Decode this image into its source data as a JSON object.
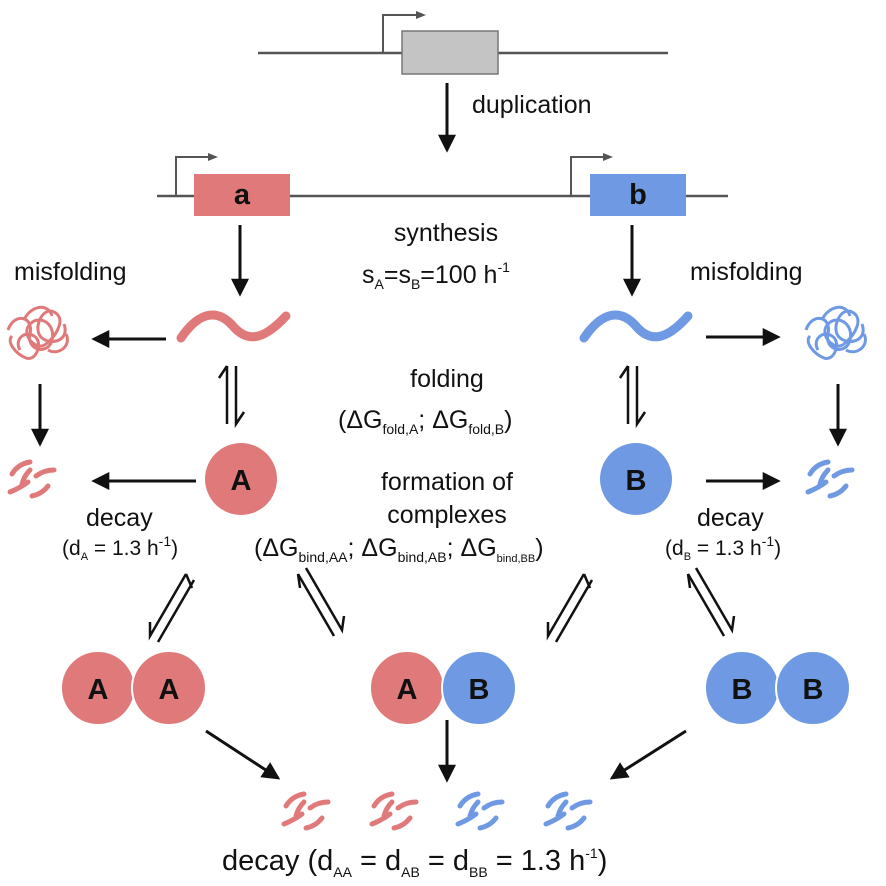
{
  "genes": {
    "ancestral_gene": "",
    "gene_a": "a",
    "gene_b": "b"
  },
  "labels": {
    "duplication": "duplication",
    "synthesis": "synthesis",
    "synthesis_s": "s",
    "synthesis_A": "A",
    "synthesis_B": "B",
    "synthesis_eq1": "=",
    "synthesis_eq2": "=100 h",
    "synthesis_sup": "-1",
    "misfolding_left": "misfolding",
    "misfolding_right": "misfolding",
    "folding": "folding",
    "folding_open": "(ΔG",
    "folding_sub_a": "fold,A",
    "folding_mid": "; ΔG",
    "folding_sub_b": "fold,B",
    "folding_close": ")",
    "formation_line1": "formation of",
    "formation_line2": "complexes",
    "bind_open": "(ΔG",
    "bind_sub_aa": "bind,AA",
    "bind_mid1": "; ΔG",
    "bind_sub_ab": "bind,AB",
    "bind_mid2": "; ΔG",
    "bind_sub_bb": "bind,BB",
    "bind_close": ")",
    "decay_left": "decay",
    "decay_left_open": "(d",
    "decay_left_sub": "A",
    "decay_left_val": " = 1.3 h",
    "decay_left_sup": "-1",
    "decay_left_close": ")",
    "decay_right": "decay",
    "decay_right_open": "(d",
    "decay_right_sub": "B",
    "decay_right_val": " = 1.3 h",
    "decay_right_sup": "-1",
    "decay_right_close": ")",
    "decay_bottom": "decay (d",
    "decay_bottom_sub1": "AA",
    "decay_bottom_eq1": " = d",
    "decay_bottom_sub2": "AB",
    "decay_bottom_eq2": " = d",
    "decay_bottom_sub3": "BB",
    "decay_bottom_val": " = 1.3 h",
    "decay_bottom_sup": "-1",
    "decay_bottom_close": ")"
  },
  "proteins": {
    "monomer_a": "A",
    "monomer_b": "B",
    "dimer_aa_left": "A",
    "dimer_aa_right": "A",
    "dimer_ab_left": "A",
    "dimer_ab_right": "B",
    "dimer_bb_left": "B",
    "dimer_bb_right": "B"
  },
  "colors": {
    "protein_a": "#e07a7a",
    "protein_b": "#6f9ae3",
    "ancestral_gene": "#c4c4c4",
    "line": "#555555",
    "arrow": "#111111"
  }
}
